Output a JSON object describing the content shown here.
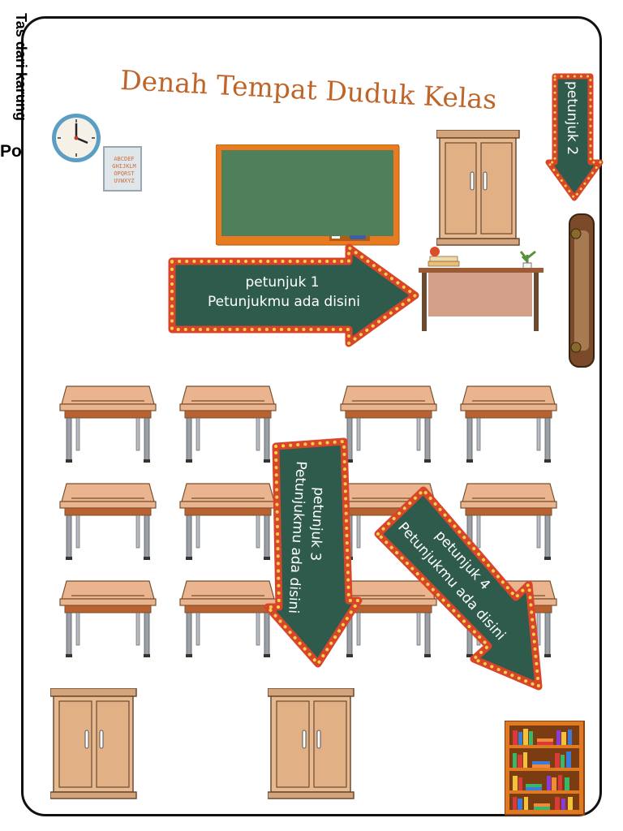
{
  "title": "Denah Tempat Duduk Kelas",
  "arrows": {
    "a1": {
      "line1": "petunjuk 1",
      "line2": "Petunjukmu ada disini"
    },
    "a2": {
      "line1": "petunjuk 2"
    },
    "a3": {
      "line1": "petunjuk 3",
      "line2": "Petunjukmu ada disini"
    },
    "a4": {
      "line1": "petunjuk 4",
      "line2": "Petunjukmu ada disini"
    }
  },
  "labels": {
    "tas": "Tas dari karung",
    "pojok": "Pojok Baca"
  },
  "alphabet_chart": [
    "ABCDEF",
    "GHIJKLM",
    "OPQRST",
    "UVWXYZ"
  ],
  "colors": {
    "title": "#c0652a",
    "arrow_fill": "#2e5b4b",
    "arrow_border": "#d9452a",
    "arrow_dots": "#f6d34a",
    "desk_top": "#e9b48e",
    "desk_apron": "#b9622f",
    "cabinet": "#e6b98f",
    "board": "#4f7f5b",
    "board_frame": "#e87a1f"
  },
  "icons": [
    "wall-clock-icon",
    "alphabet-chart-icon",
    "chalkboard-icon",
    "cabinet-icon",
    "teacher-desk-icon",
    "student-desk-icon",
    "bookshelf-icon",
    "bag-icon",
    "arrow-icon"
  ]
}
